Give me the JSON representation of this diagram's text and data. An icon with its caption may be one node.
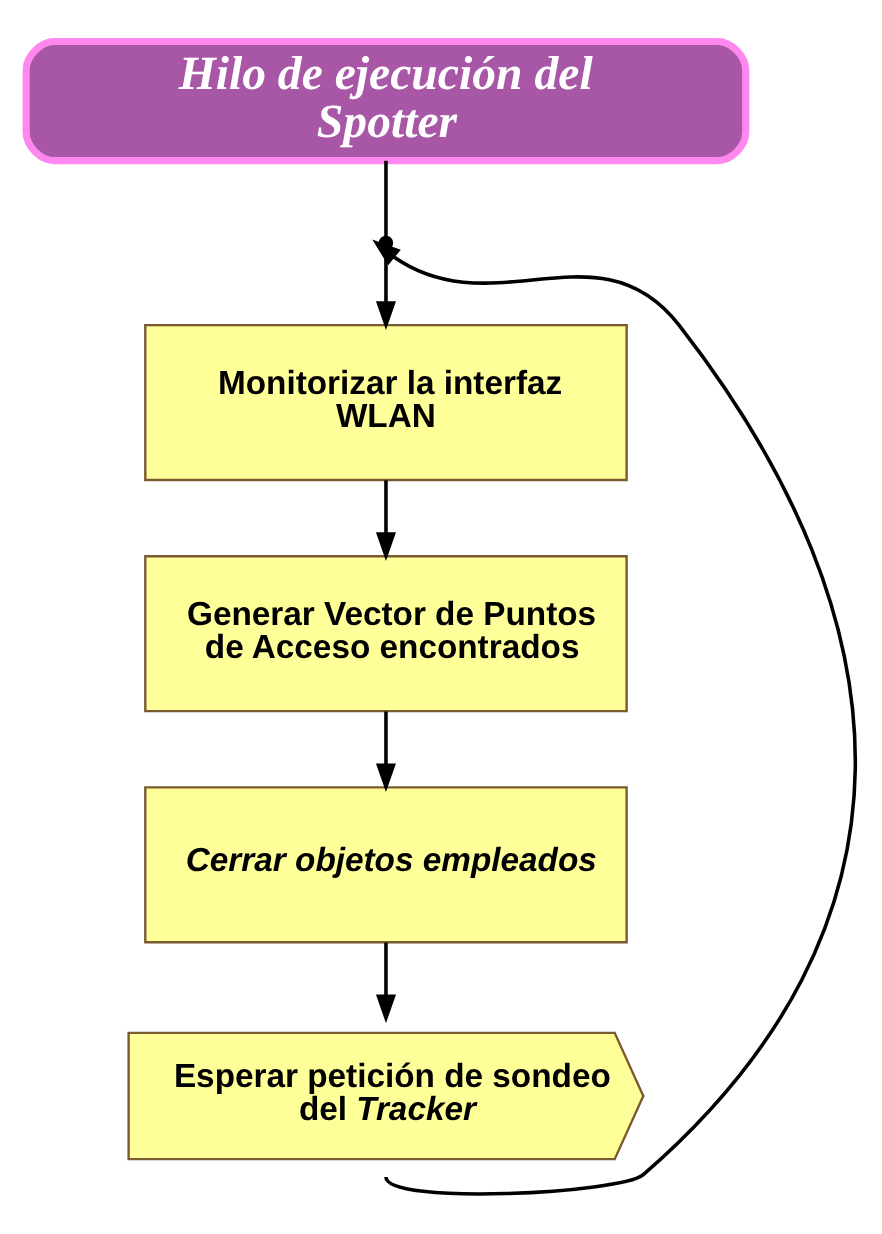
{
  "diagram": {
    "nodes": [
      {
        "text": [
          "Hilo de ejecución del Spotter"
        ]
      },
      {
        "text": [],
        "shape": "circle"
      },
      {
        "text": [
          "Monitorizar la interfaz WLAN"
        ]
      },
      {
        "text": [
          "Generar Vector de Puntos de Acceso encontrados"
        ]
      },
      {
        "text": [
          "Cerrar objetos empleados"
        ]
      },
      {
        "text": [
          "Esperar petición de sondeo del *Tracker*"
        ]
      }
    ],
    "edges": [
      {
        "from": 0,
        "to": 1,
        "arrow": "none"
      },
      {
        "from": 1,
        "to": 2,
        "arrow": "to"
      },
      {
        "from": 2,
        "to": 3,
        "arrow": "to"
      },
      {
        "from": 3,
        "to": 4,
        "arrow": "to"
      },
      {
        "from": 4,
        "to": 5,
        "arrow": "to"
      },
      {
        "from": 5,
        "to": 1,
        "arrow": "to"
      }
    ]
  }
}
